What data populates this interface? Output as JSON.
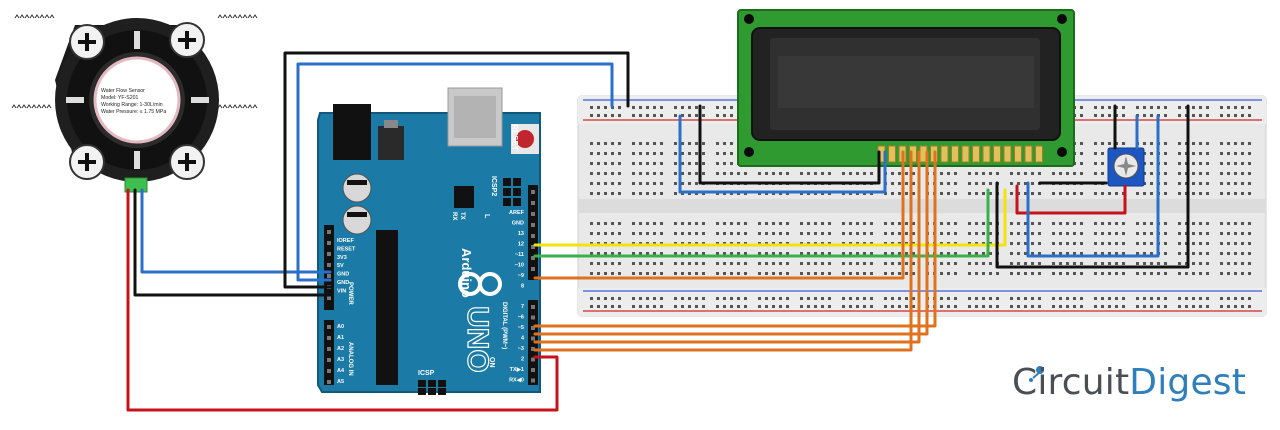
{
  "sensor": {
    "title": "Water Flow Sensor",
    "model": "Model: YF-S201",
    "range": "Working Range: 1-30L/min",
    "pressure": "Water Pressure: ≤ 1.75 MPa"
  },
  "arduino": {
    "brand": "Arduino",
    "model": "UNO",
    "reset": "RESET",
    "icsp": "ICSP",
    "icsp2": "ICSP2",
    "tx": "TX",
    "rx": "RX",
    "l": "L",
    "on": "ON",
    "power": "POWER",
    "analog_in": "ANALOG IN",
    "digital": "DIGITAL (PWM~)",
    "power_pins": [
      "IOREF",
      "RESET",
      "3V3",
      "5V",
      "GND",
      "GND",
      "VIN"
    ],
    "analog_pins": [
      "A0",
      "A1",
      "A2",
      "A3",
      "A4",
      "A5"
    ],
    "digital_pins_top": [
      "AREF",
      "GND",
      "13",
      "12",
      "~11",
      "~10",
      "~9",
      "8"
    ],
    "digital_pins_bottom": [
      "7",
      "~6",
      "~5",
      "4",
      "~3",
      "2",
      "TX▶1",
      "RX◀0"
    ]
  },
  "logo": {
    "part1": "Circuit",
    "part2": "Digest"
  },
  "colors": {
    "wire_black": "#111111",
    "wire_red": "#c8121b",
    "wire_blue": "#2a6fc9",
    "wire_yellow": "#f2e30c",
    "wire_green": "#37b24a",
    "wire_orange": "#e0721d",
    "board": "#1b7aa6",
    "lcd_pcb": "#2f9a2f",
    "logo_gray": "#4a4f55",
    "logo_blue": "#2f7fbd"
  }
}
